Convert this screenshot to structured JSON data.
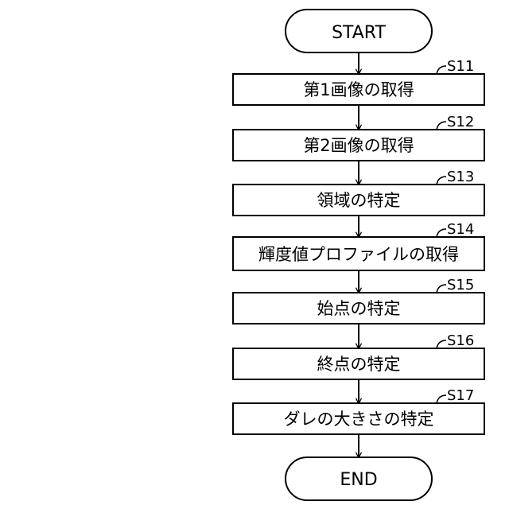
{
  "flowchart": {
    "start_label": "START",
    "end_label": "END",
    "steps": [
      {
        "id": "S11",
        "label": "第1画像の取得"
      },
      {
        "id": "S12",
        "label": "第2画像の取得"
      },
      {
        "id": "S13",
        "label": "領域の特定"
      },
      {
        "id": "S14",
        "label": "輝度値プロファイルの取得"
      },
      {
        "id": "S15",
        "label": "始点の特定"
      },
      {
        "id": "S16",
        "label": "終点の特定"
      },
      {
        "id": "S17",
        "label": "ダレの大きさの特定"
      }
    ]
  }
}
